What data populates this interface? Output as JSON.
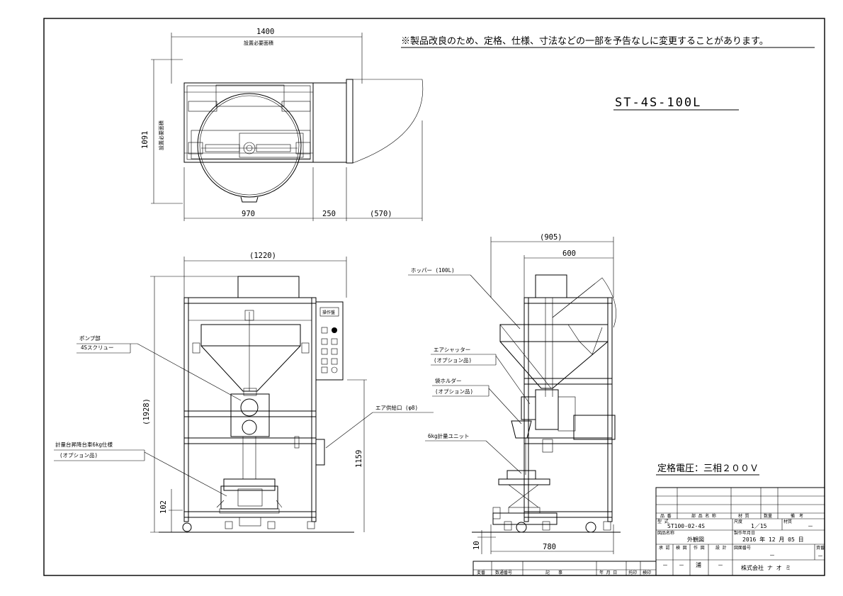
{
  "notice": "※製品改良のため、定格、仕様、寸法などの一部を予告なしに変更することがあります。",
  "model": "ST-4S-100L",
  "voltage": "定格電圧：三相２００Ｖ",
  "top_view": {
    "dim_width": "1400",
    "dim_width_label": "設置必要面積",
    "dim_depth": "1091",
    "dim_depth_label": "設置必要面積",
    "dim_970": "970",
    "dim_250": "250",
    "dim_570": "(570)"
  },
  "front_view": {
    "dim_width": "(1220)",
    "dim_height": "(1928)",
    "dim_1159": "1159",
    "dim_102": "102",
    "label_pump": "ポンプ部",
    "label_screw": "4Sスクリュー",
    "label_air": "エア供給口 (φ8)",
    "label_scale": "計量台昇降台車6kg仕様",
    "label_scale_option": "(オプション品)",
    "panel_label": "操作盤"
  },
  "side_view": {
    "dim_905": "(905)",
    "dim_600": "600",
    "dim_780": "780",
    "dim_10": "10",
    "label_hopper": "ホッパー (100L)",
    "label_shutter": "エアシャッター",
    "label_shutter_option": "(オプション品)",
    "label_bag": "袋ホルダー",
    "label_bag_option": "(オプション品)",
    "label_scale_unit": "6kg計量ユニット"
  },
  "title_block": {
    "h_item_no": "品 番",
    "h_part_name": "部 品 名 称",
    "h_material": "材 質",
    "h_qty": "数量",
    "h_remarks": "備　考",
    "h_type": "型 式",
    "type_value": "ST100-02-4S",
    "h_scale": "尺度",
    "scale_value": "1／15",
    "h_material2": "材質",
    "material_value": "－",
    "h_drawing_name": "図品名称",
    "drawing_name_value": "外観図",
    "h_date": "製作年月日",
    "date_value": "2016 年 12 月 05 日",
    "h_approve": "承 認",
    "h_check": "検 図",
    "h_draw": "作 図",
    "h_design": "設 計",
    "h_drawing_no": "図面番号",
    "drawing_no_value": "－",
    "h_sheet": "資番",
    "sheet_value": "－",
    "approve_value": "－",
    "check_value": "－",
    "draw_value": "浦",
    "design_value": "－",
    "company": "株式会社 ナ オ ミ"
  },
  "revision_block": {
    "h_change": "変番",
    "h_change_no": "数通番号",
    "h_record": "記　　事",
    "h_date": "年 月 日",
    "h_stamp": "托印",
    "h_inspect": "検印"
  }
}
